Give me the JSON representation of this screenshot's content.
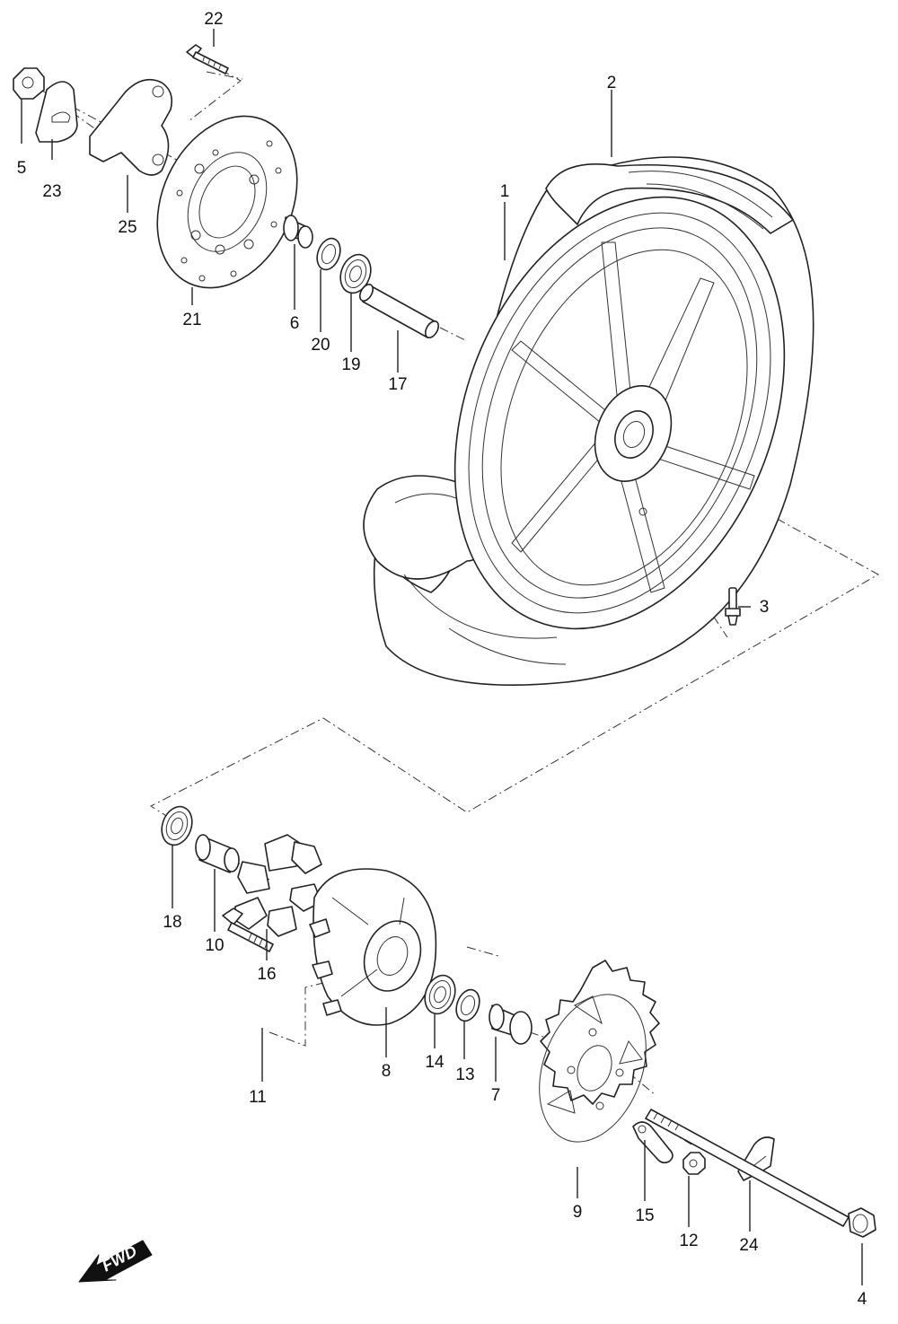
{
  "callouts": {
    "c1": "1",
    "c2": "2",
    "c3": "3",
    "c4": "4",
    "c5": "5",
    "c6": "6",
    "c7": "7",
    "c8": "8",
    "c9": "9",
    "c10": "10",
    "c11": "11",
    "c12": "12",
    "c13": "13",
    "c14": "14",
    "c15": "15",
    "c16": "16",
    "c17": "17",
    "c18": "18",
    "c19": "19",
    "c20": "20",
    "c21": "21",
    "c22": "22",
    "c23": "23",
    "c24": "24",
    "c25": "25"
  },
  "direction_arrow": {
    "label": "FWD",
    "icon": "forward-arrow-icon"
  }
}
